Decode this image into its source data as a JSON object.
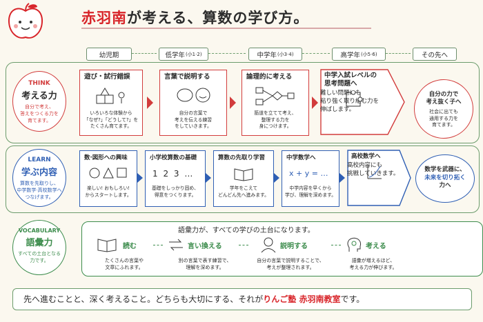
{
  "title": {
    "part1": "赤羽南",
    "part2": "が考える、算数の学び方。"
  },
  "stages": [
    {
      "label": "幼児期",
      "sub": ""
    },
    {
      "label": "低学年",
      "sub": "(小1·2)"
    },
    {
      "label": "中学年",
      "sub": "(小3·4)"
    },
    {
      "label": "高学年",
      "sub": "(小5·6)"
    },
    {
      "label": "その先へ",
      "sub": ""
    }
  ],
  "think": {
    "en": "THINK",
    "jp": "考える力",
    "desc1": "自分で考え、",
    "desc2": "答えをつくる力を",
    "desc3": "育てます。",
    "cards": [
      {
        "title": "遊び・試行錯誤",
        "text1": "いろいろな体験から",
        "text2": "「なぜ?」「どうして?」を",
        "text3": "たくさん育てます。"
      },
      {
        "title": "言葉で説明する",
        "text1": "自分の言葉で",
        "text2": "考えを伝える練習",
        "text3": "をしていきます。"
      },
      {
        "title": "論理的に考える",
        "text1": "筋道を立てて考え、",
        "text2": "整理する力を",
        "text3": "身につけます。"
      },
      {
        "title": "中学入試レベルの",
        "title2": "思考問題へ",
        "text1": "難しい問題にも",
        "text2": "粘り強く取り組む力を",
        "text3": "伸ばします。"
      }
    ],
    "goal1": "自分の力で",
    "goal2": "考え抜く子へ",
    "goal3": "社会に出ても",
    "goal4": "通用する力を",
    "goal5": "育てます。"
  },
  "learn": {
    "en": "LEARN",
    "jp": "学ぶ内容",
    "desc1": "算数を先取りし、",
    "desc2": "中学数学·高校数学へ",
    "desc3": "つなげます。",
    "cards": [
      {
        "title": "数·図形への興味",
        "text1": "楽しい! おもしろい!",
        "text2": "からスタートします。",
        "illus": ""
      },
      {
        "title": "小学校算数の基礎",
        "text1": "基礎をしっかり固め、",
        "text2": "得意をつくります。",
        "illus": "1 2 3 …"
      },
      {
        "title": "算数の先取り学習",
        "text1": "学年をこえて",
        "text2": "どんどん先へ進みます。",
        "illus": ""
      },
      {
        "title": "中学数学へ",
        "text1": "中学内容を早くから",
        "text2": "学び、理解を深めます。",
        "illus": "x + y = …"
      },
      {
        "title": "高校数学へ",
        "text1": "高校内容にも",
        "text2": "挑戦していきます。",
        "illus": ""
      }
    ],
    "goal1": "数学を武器に、",
    "goal2": "未来を切り拓く",
    "goal3": "力へ"
  },
  "vocab": {
    "en": "VOCABULARY",
    "jp": "語彙力",
    "desc1": "すべての土台となる",
    "desc2": "力です。",
    "heading": "語彙力が、すべての学びの土台になります。",
    "items": [
      {
        "label": "読む",
        "text1": "たくさんの言葉や",
        "text2": "文章にふれます。"
      },
      {
        "label": "言い換える",
        "text1": "別の言葉で表す練習で、",
        "text2": "理解を深めます。"
      },
      {
        "label": "説明する",
        "text1": "自分の言葉で説明することで、",
        "text2": "考えが整理されます。"
      },
      {
        "label": "考える",
        "text1": "語彙が増えるほど、",
        "text2": "考える力が伸びます。"
      }
    ]
  },
  "footer": {
    "part1": "先へ進むことと、深く考えること。どちらも大切にする、それが",
    "part2": "りんご塾 赤羽南教室",
    "part3": "です。"
  },
  "colors": {
    "red": "#d8252a",
    "blue": "#2f5fb4",
    "green": "#3c8c4c"
  }
}
